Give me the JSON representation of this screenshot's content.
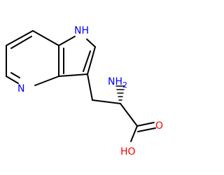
{
  "molecule": {
    "atoms": {
      "nh_indole": "NH",
      "n_pyridine": "N",
      "amine": "NH",
      "amine_subscript": "2",
      "carbonyl_oxygen": "O",
      "hydroxyl": "HO"
    },
    "colors": {
      "bond": "#000000",
      "nitrogen": "#0000ff",
      "oxygen": "#ff0000"
    }
  }
}
